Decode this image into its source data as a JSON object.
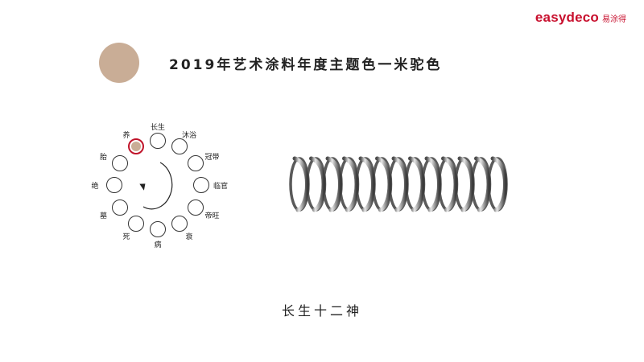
{
  "logo": {
    "latin": "easydeco",
    "cn": "易涂得",
    "color": "#c8102e"
  },
  "title": "2019年艺术涂料年度主题色一米驼色",
  "swatch_color": "#c9ad96",
  "wheel": {
    "labels": [
      "长生",
      "沐浴",
      "冠带",
      "临官",
      "帝旺",
      "衰",
      "病",
      "死",
      "墓",
      "绝",
      "胎",
      "养"
    ],
    "active_label": "养",
    "active_ring_color": "#c0142a",
    "active_fill_color": "#c9ad96"
  },
  "caption": "长生十二神"
}
